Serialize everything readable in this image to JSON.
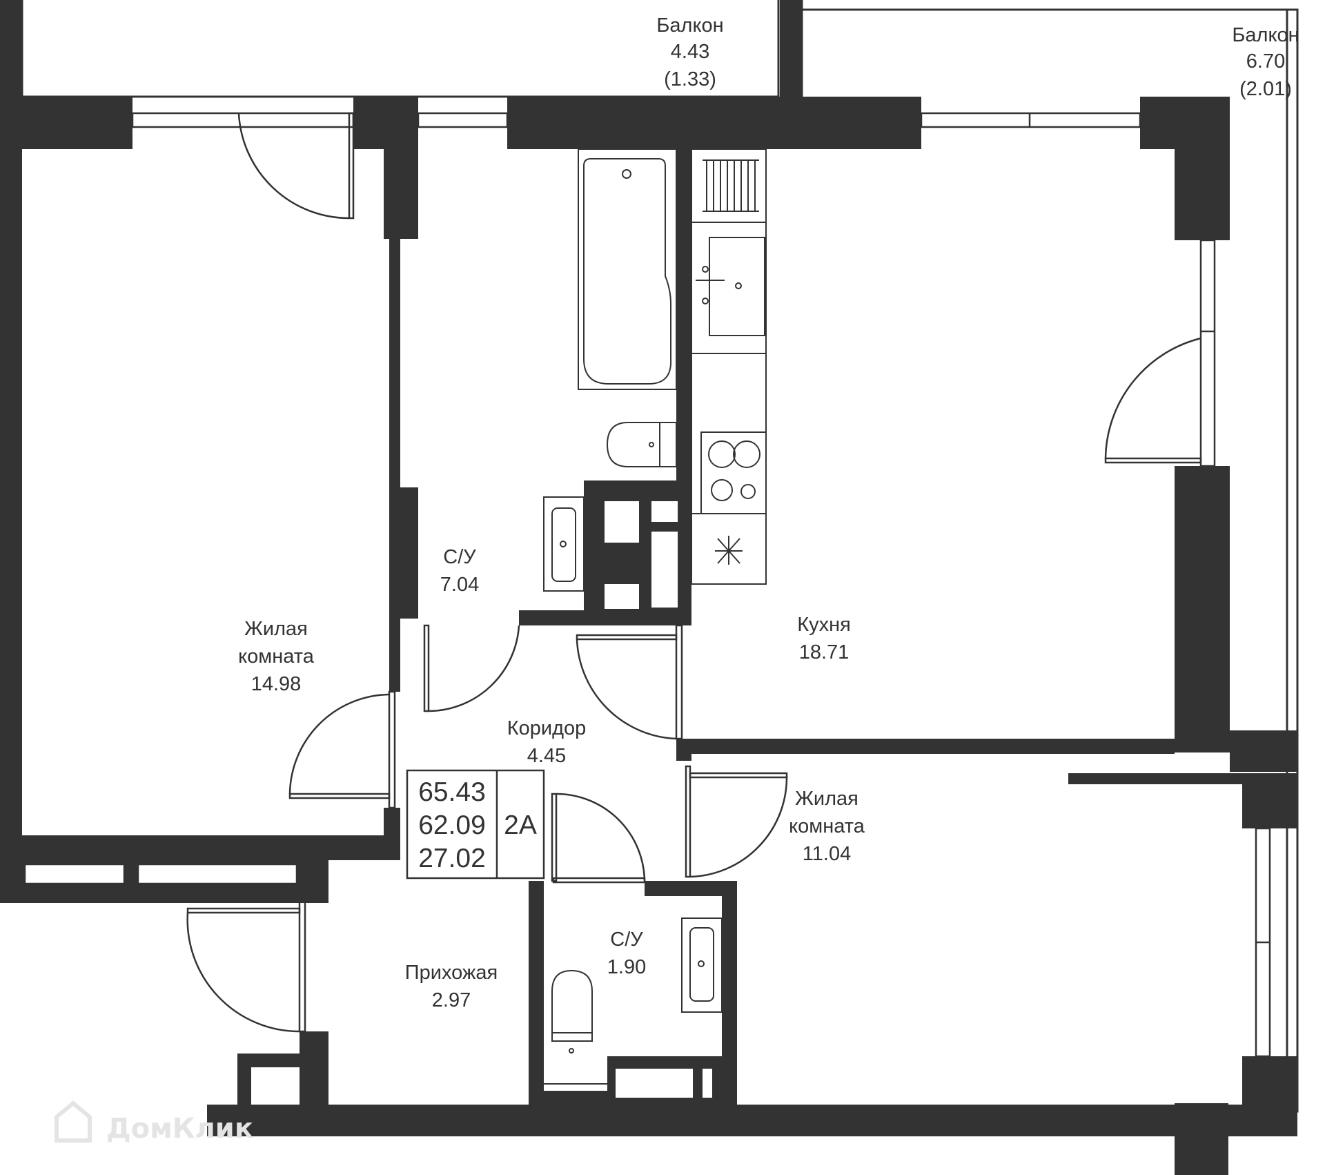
{
  "rooms": {
    "balcony_1": {
      "name": "Балкон",
      "area": "4.43",
      "area_coef": "(1.33)"
    },
    "balcony_2": {
      "name": "Балкон",
      "area": "6.70",
      "area_coef": "(2.01)"
    },
    "bathroom_1": {
      "name": "С/У",
      "area": "7.04"
    },
    "living_room_1": {
      "line1": "Жилая",
      "line2": "комната",
      "area": "14.98"
    },
    "kitchen": {
      "name": "Кухня",
      "area": "18.71"
    },
    "corridor": {
      "name": "Коридор",
      "area": "4.45"
    },
    "living_room_2": {
      "line1": "Жилая",
      "line2": "комната",
      "area": "11.04"
    },
    "bathroom_2": {
      "name": "С/У",
      "area": "1.90"
    },
    "hallway": {
      "name": "Прихожая",
      "area": "2.97"
    }
  },
  "summary": {
    "total_area": "65.43",
    "living_total": "62.09",
    "residential_area": "27.02",
    "apartment_type": "2А"
  },
  "watermark": {
    "text": "ДомКлик"
  },
  "colors": {
    "wall": "#333333",
    "line": "#333333",
    "background": "#ffffff",
    "watermark": "#e4e4e4"
  }
}
